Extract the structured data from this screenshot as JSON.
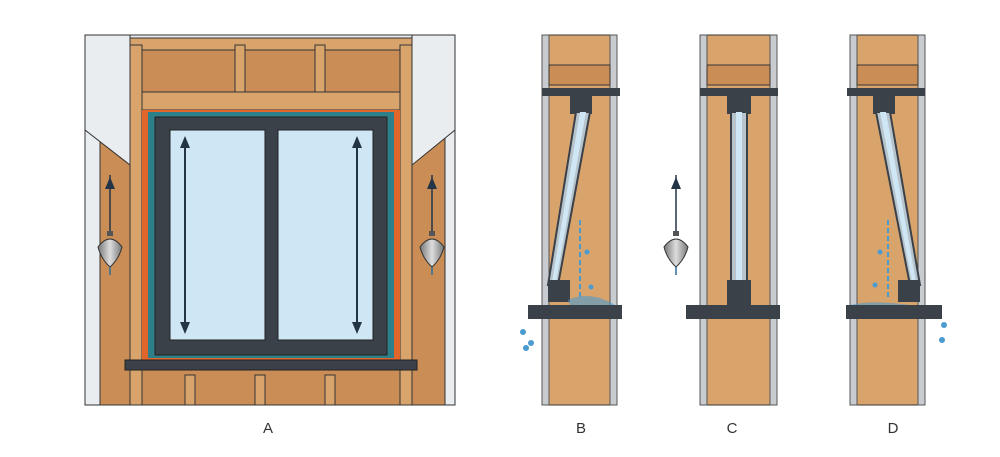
{
  "labels": {
    "a": "A",
    "b": "B",
    "c": "C",
    "d": "D"
  },
  "colors": {
    "wood": "#d9a46c",
    "woodDark": "#b98150",
    "frame": "#3a4149",
    "glass": "#cfe6f4",
    "water": "#4b9bd1",
    "wall": "#e9edf0",
    "membrane": "#e0662c"
  }
}
